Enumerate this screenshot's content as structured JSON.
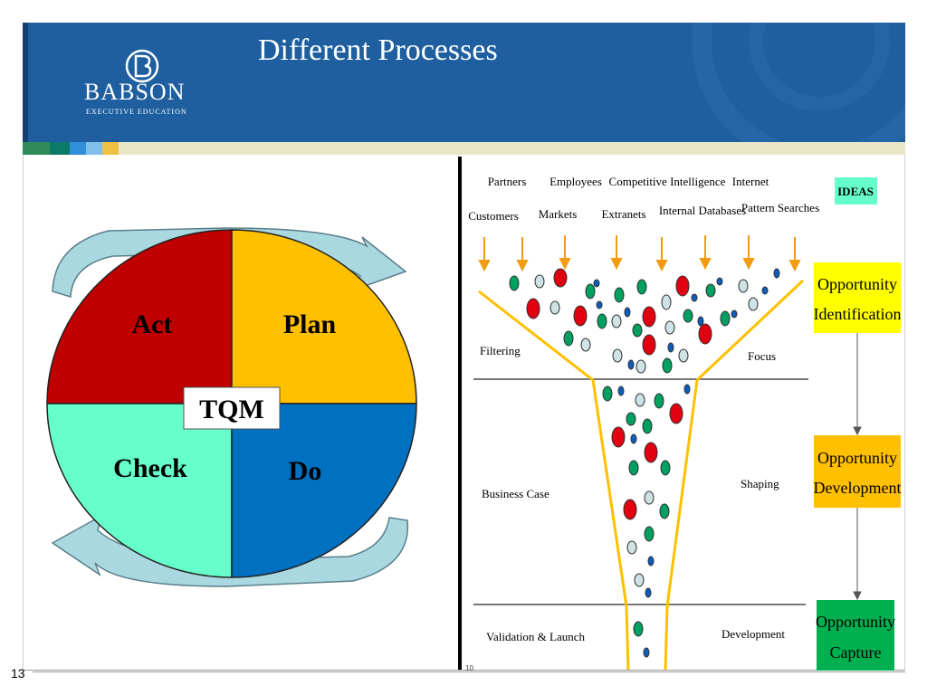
{
  "header": {
    "title": "Different Processes",
    "brand": "BABSON",
    "brand_sub": "EXECUTIVE EDUCATION",
    "logo_icon": "babson-b-logo-icon"
  },
  "cycle": {
    "center": "TQM",
    "quadrants": [
      {
        "label": "Act",
        "color": "#c00000"
      },
      {
        "label": "Plan",
        "color": "#ffc000"
      },
      {
        "label": "Check",
        "color": "#66ffcc"
      },
      {
        "label": "Do",
        "color": "#0070c0"
      }
    ]
  },
  "funnel": {
    "sources_top": [
      "Partners",
      "Employees",
      "Competitive Intelligence",
      "Internet"
    ],
    "sources_bottom": [
      "Customers",
      "Markets",
      "Extranets",
      "Internal Databases",
      "Pattern Searches"
    ],
    "left_labels": [
      "Filtering",
      "Business Case",
      "Validation & Launch"
    ],
    "right_labels": [
      "Focus",
      "Shaping",
      "Development"
    ],
    "ideas": "IDEAS",
    "stages": [
      {
        "label": "Opportunity Identification",
        "line1": "Opportunity",
        "line2": "Identification",
        "color": "#ffff00"
      },
      {
        "label": "Opportunity Development",
        "line1": "Opportunity",
        "line2": "Development",
        "color": "#ffc000"
      },
      {
        "label": "Opportunity Capture",
        "line1": "Opportunity",
        "line2": "Capture",
        "color": "#00b050"
      }
    ],
    "ideas_color": "#66ffcc",
    "funnel_color": "#ffc000",
    "arrow_color": "#f39c12",
    "corner_number": "10"
  },
  "footer": {
    "page_number": "13"
  }
}
